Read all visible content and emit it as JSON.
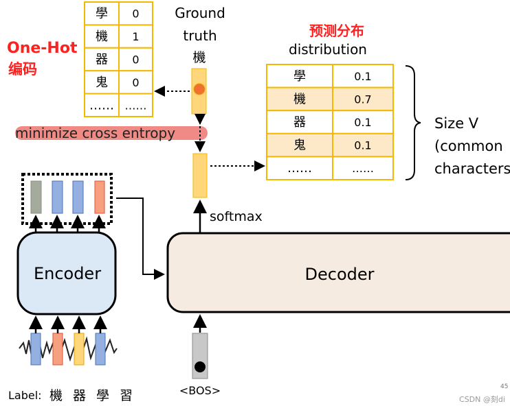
{
  "onehot": {
    "title_line1": "One-Hot",
    "title_line2": "编码",
    "rows": [
      {
        "char": "學",
        "value": "0"
      },
      {
        "char": "機",
        "value": "1"
      },
      {
        "char": "器",
        "value": "0"
      },
      {
        "char": "鬼",
        "value": "0"
      },
      {
        "char": "……",
        "value": "……"
      }
    ]
  },
  "ground_truth": {
    "line1": "Ground",
    "line2": "truth",
    "char": "機"
  },
  "loss_label": "minimize cross entropy",
  "distribution": {
    "title_cn": "预测分布",
    "title_en": "distribution",
    "rows": [
      {
        "char": "學",
        "value": "0.1"
      },
      {
        "char": "機",
        "value": "0.7"
      },
      {
        "char": "器",
        "value": "0.1"
      },
      {
        "char": "鬼",
        "value": "0.1"
      },
      {
        "char": "……",
        "value": "……"
      }
    ]
  },
  "size_note": {
    "line1": "Size V",
    "line2": "(common",
    "line3": "characters"
  },
  "softmax_label": "softmax",
  "encoder_label": "Encoder",
  "decoder_label": "Decoder",
  "bos_label": "<BOS>",
  "label_prefix": "Label:",
  "label_chars": [
    "機",
    "器",
    "學",
    "習"
  ],
  "watermark": "CSDN @刻di",
  "page_number": "45",
  "colors": {
    "red_text": "#ff2020",
    "table_border": "#f5b800",
    "table_fill_alt": "#fde9c8",
    "encoder_fill": "#dbe9f7",
    "decoder_fill": "#f6ebe0",
    "highlight": "#f08a84",
    "vector_yellow": "#ffd77a"
  }
}
